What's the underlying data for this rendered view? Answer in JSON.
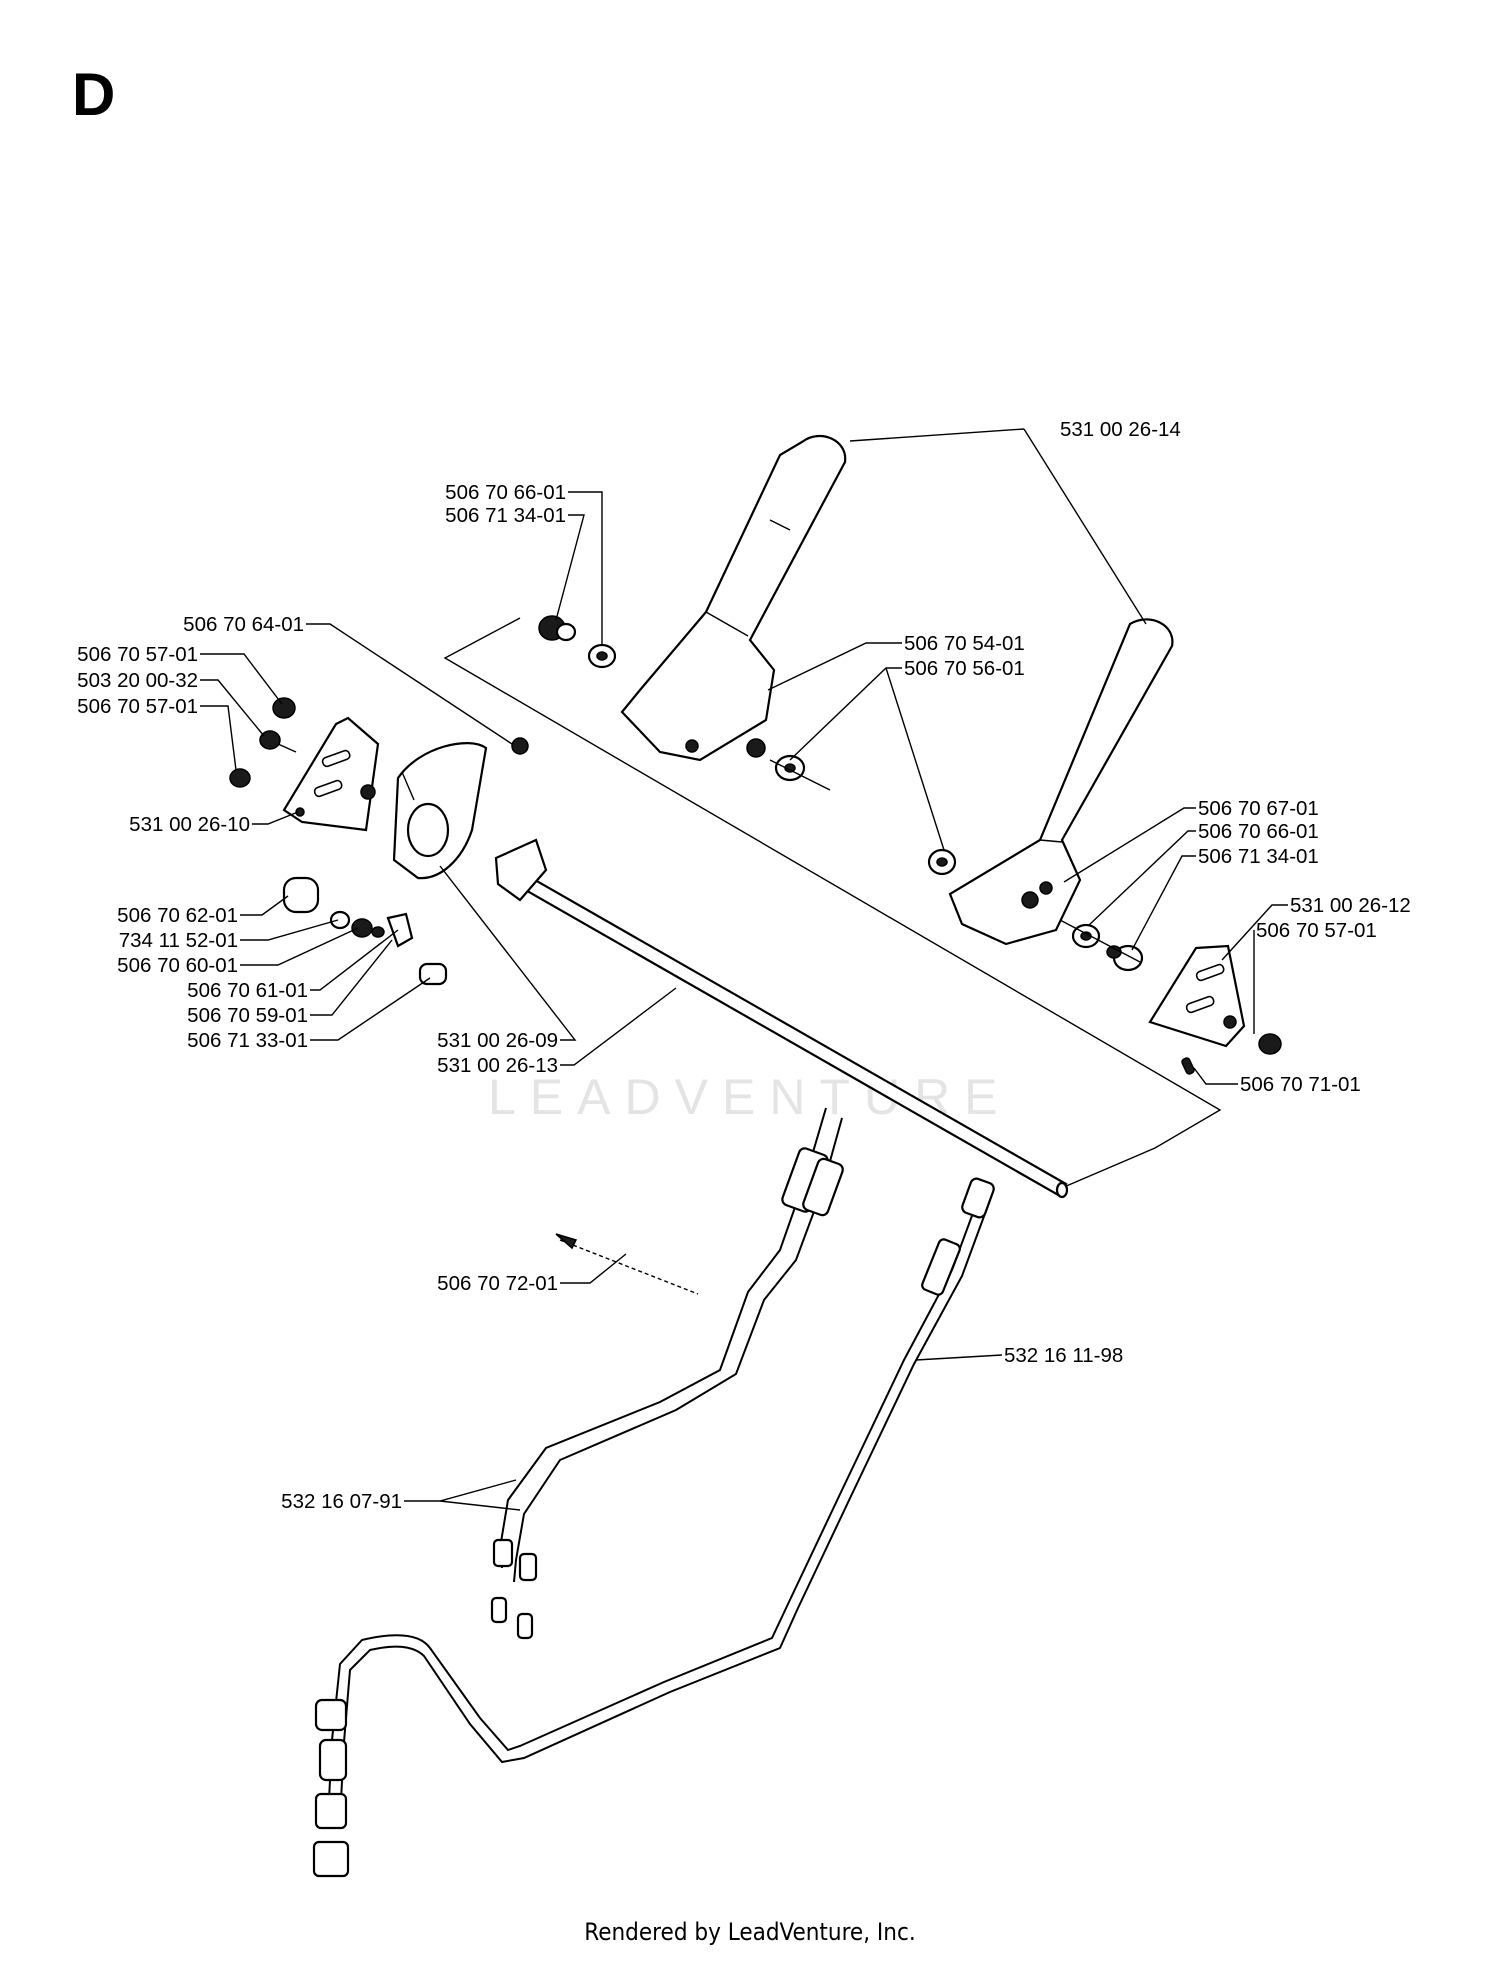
{
  "section": "D",
  "footer": "Rendered by LeadVenture, Inc.",
  "watermark": "LEADVENTURE",
  "callouts": {
    "handle_pair": "531 00 26-14",
    "left_bolt": "506 70 66-01",
    "left_washer": "506 71 34-01",
    "cover_screw": "506 70 64-01",
    "lock_nut_a": "506 70 57-01",
    "screw_a": "503 20 00-32",
    "lock_nut_b": "506 70 57-01",
    "left_bracket": "531 00 26-10",
    "bushing": "506 70 62-01",
    "washer_c": "734 11 52-01",
    "spring_c": "506 70 60-01",
    "lever_c": "506 70 61-01",
    "pawl": "506 70 59-01",
    "screw_c": "506 71 33-01",
    "cover": "531 00 26-09",
    "shaft": "531 00 26-13",
    "handle_spacer": "506 70 54-01",
    "handle_washer": "506 70 56-01",
    "right_spacer": "506 70 67-01",
    "right_bolt": "506 70 66-01",
    "right_washer": "506 71 34-01",
    "right_bracket": "531 00 26-12",
    "right_nut": "506 70 57-01",
    "pin": "506 70 71-01",
    "cable_tie": "506 70 72-01",
    "drive_cable": "532 16 11-98",
    "control_cables": "532 16 07-91"
  }
}
